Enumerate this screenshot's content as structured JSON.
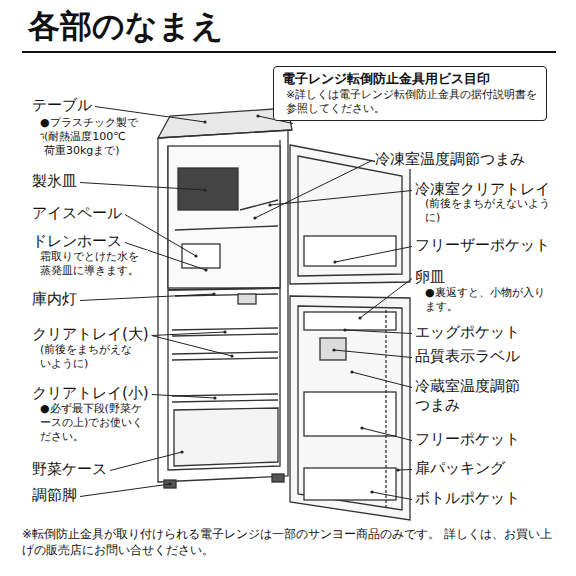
{
  "diagram": {
    "title": "各部のなまえ",
    "caption": "※転倒防止金具が取り付けられる電子レンジは一部のサンヨー商品のみです。 詳しくは、お買い上げの販売店にお問い合せください。",
    "nodes": [
      {
        "text": [
          "電子レンジ転倒防止金具用ビス目印",
          "※詳しくは電子レンジ転倒防止金具の据付説明書を参照してください。"
        ]
      }
    ],
    "labels": [
      "テーブル",
      "●プラスチック製です。",
      "(耐熱温度100℃ 荷重30kgまで)",
      "製氷皿",
      "アイスペール",
      "ドレンホース",
      "霜取りでとけた水を蒸発皿に導きます。",
      "庫内灯",
      "クリアトレイ(大)",
      "(前後をまちがえないように)",
      "クリアトレイ(小)",
      "●必ず最下段(野菜ケースの上)でお使いください。",
      "野菜ケース",
      "調節脚",
      "冷凍室温度調節つまみ",
      "冷凍室クリアトレイ",
      "(前後をまちがえないように)",
      "フリーザーポケット",
      "卵皿",
      "●裏返すと、小物が入ります。",
      "エッグポケット",
      "品質表示ラベル",
      "冷蔵室温度調節つまみ",
      "フリーポケット",
      "扉パッキング",
      "ボトルポケット"
    ]
  }
}
